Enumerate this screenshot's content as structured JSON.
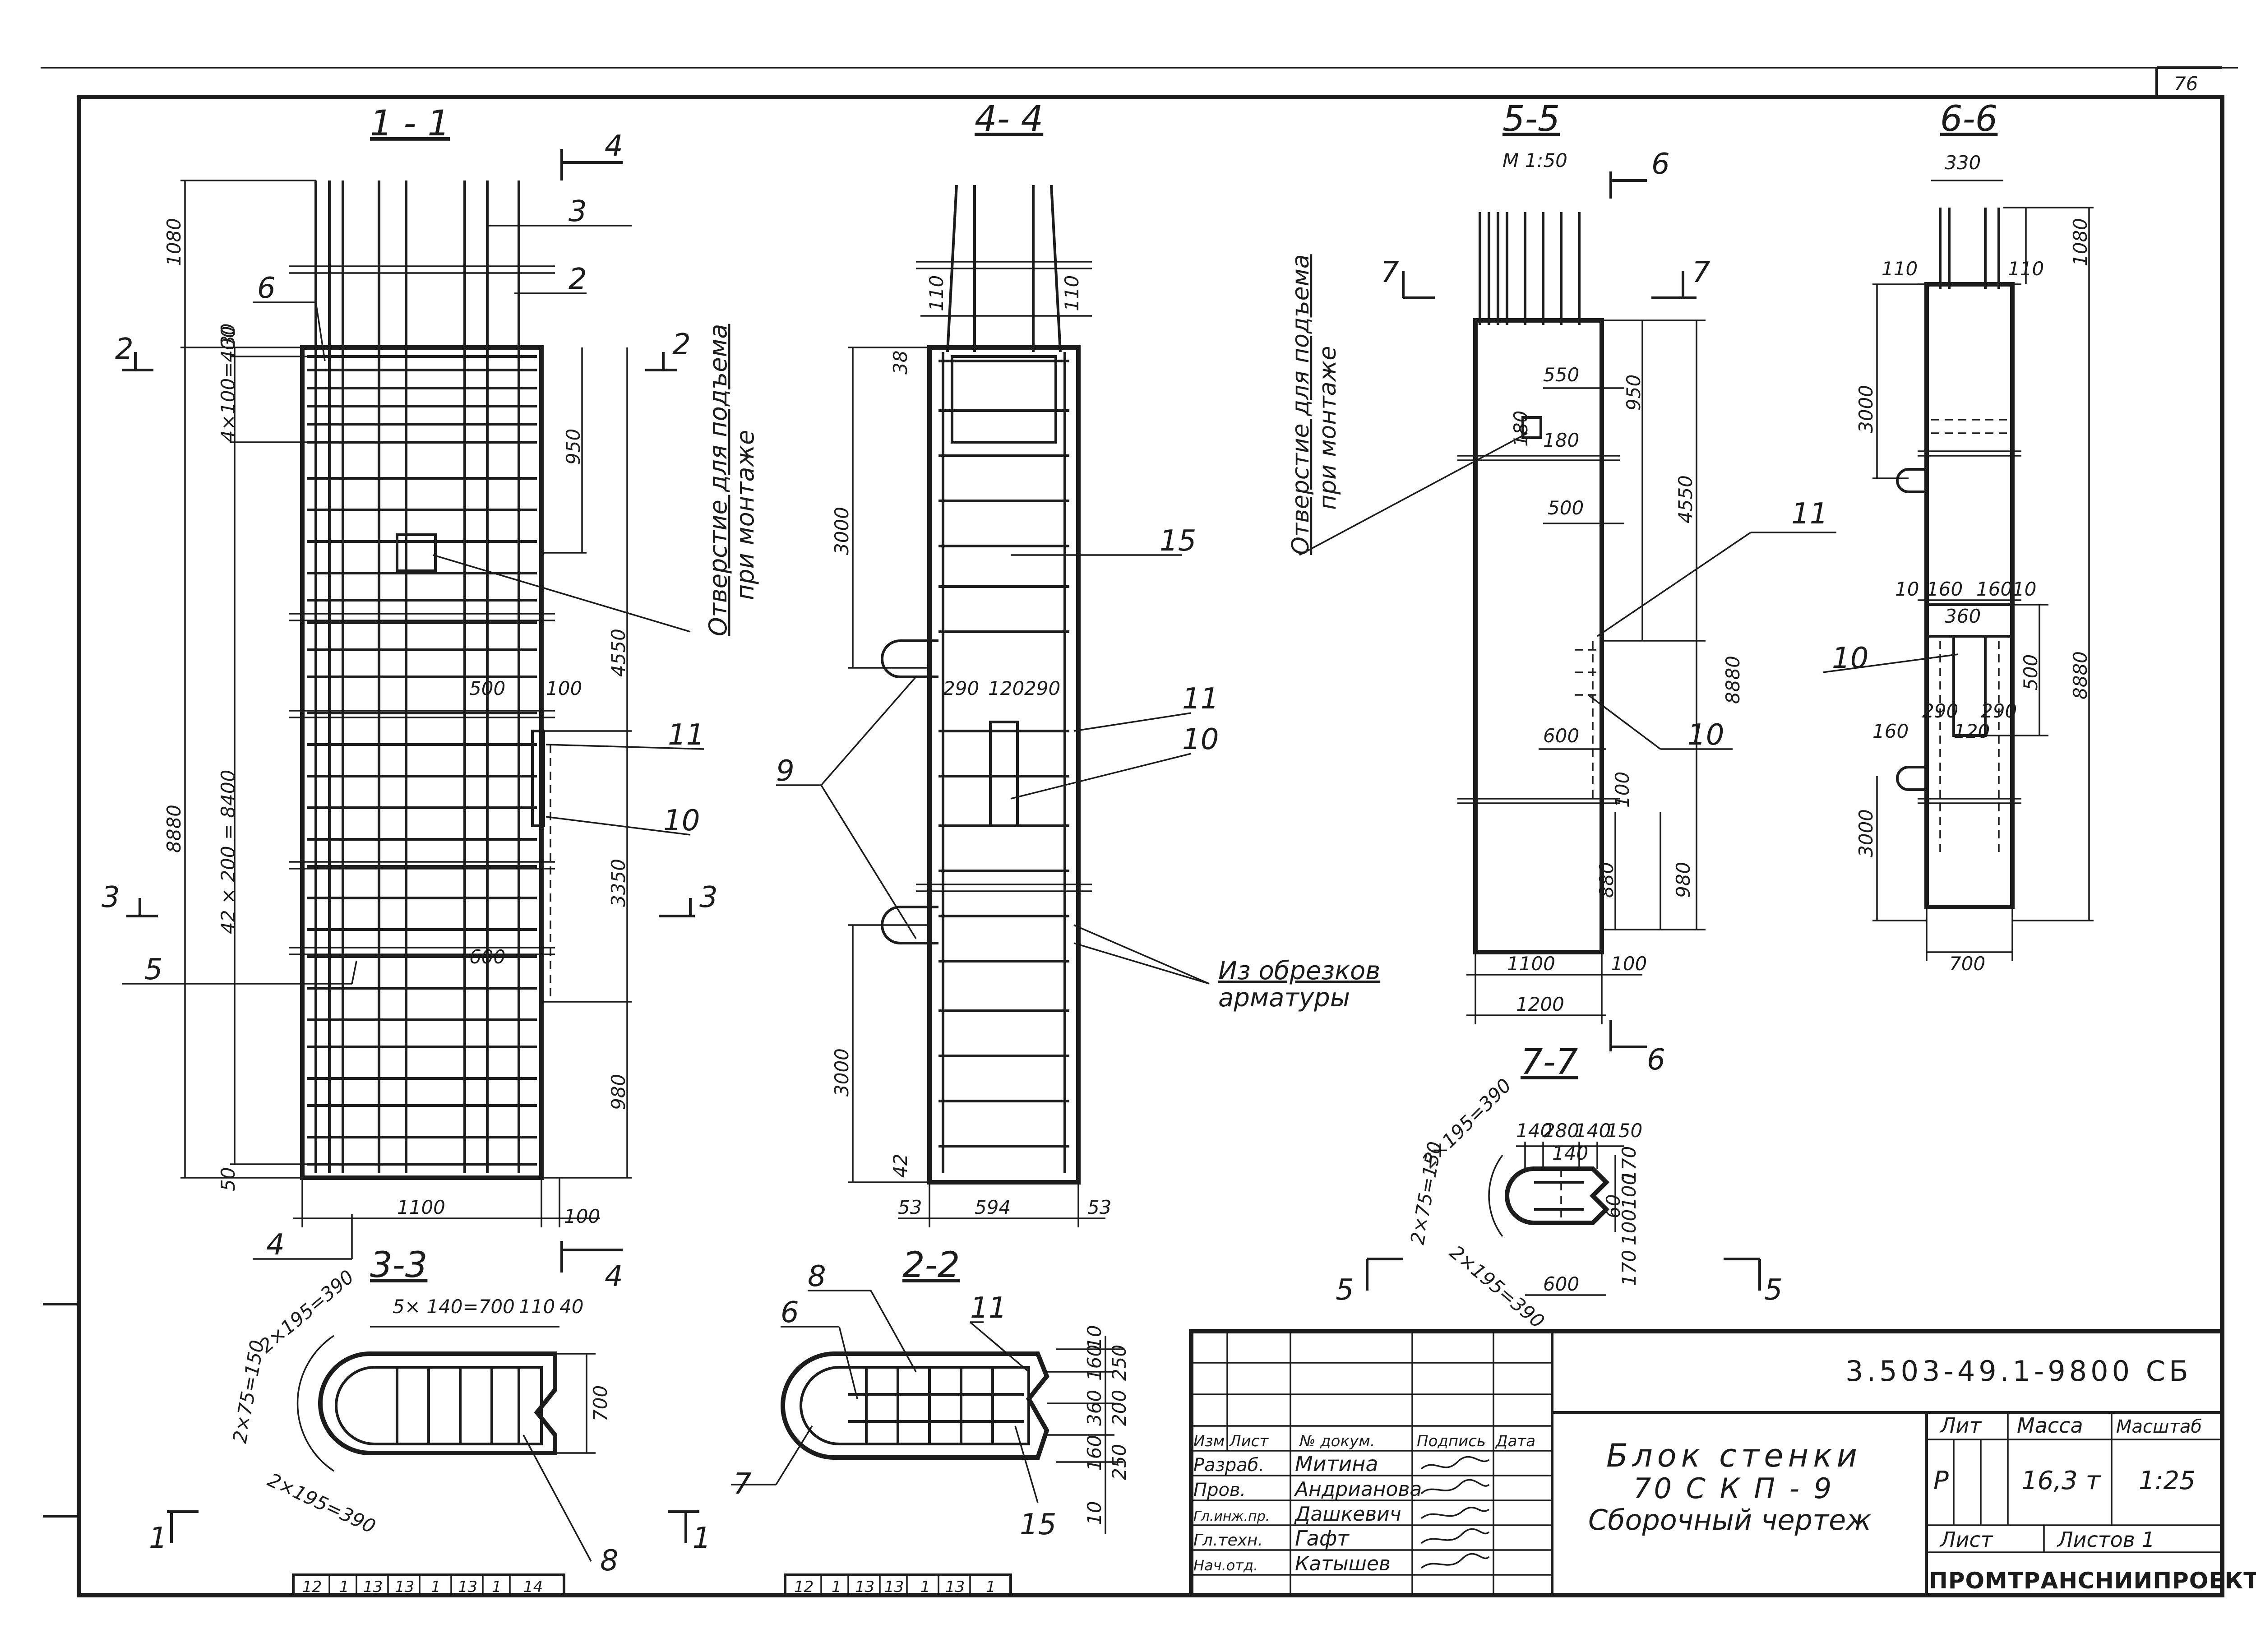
{
  "sheet": {
    "number": "76"
  },
  "sections": {
    "s11": "1 - 1",
    "s44": "4- 4",
    "s55": "5-5",
    "s55_scale": "M 1:50",
    "s66": "6-6",
    "s77": "7-7",
    "s33": "3-3",
    "s22": "2-2"
  },
  "cuts": {
    "c2": "2",
    "c3": "3",
    "c4": "4",
    "c5": "5",
    "c6": "6",
    "c7": "7",
    "c1": "1"
  },
  "notes": {
    "lift_hole_line1": "Отверстие для подъема",
    "lift_hole_line2": "при монтаже",
    "scrap_line1": "Из обрезков",
    "scrap_line2": "арматуры"
  },
  "dims_11": {
    "d1080": "1080",
    "d30": "30",
    "d4x100": "4×100=400",
    "d950": "950",
    "d4550": "4550",
    "d8880": "8880",
    "d42x200": "42 × 200 = 8400",
    "d3350": "3350",
    "d980": "980",
    "d50": "50",
    "d1100": "1100",
    "d100": "100",
    "d500": "500",
    "d600": "600",
    "d100b": "100"
  },
  "dims_44": {
    "d110a": "110",
    "d110b": "110",
    "d38": "38",
    "d3000a": "3000",
    "d3000b": "3000",
    "d42": "42",
    "d53a": "53",
    "d594": "594",
    "d53b": "53",
    "d290a": "290",
    "d120": "120",
    "d290b": "290"
  },
  "dims_55": {
    "d550": "550",
    "d180a": "180",
    "d180b": "180",
    "d950": "950",
    "d500": "500",
    "d4550": "4550",
    "d8880": "8880",
    "d600": "600",
    "d100a": "100",
    "d880": "880",
    "d980": "980",
    "d1100": "1100",
    "d100b": "100",
    "d1200": "1200"
  },
  "dims_66": {
    "d330": "330",
    "d110a": "110",
    "d110b": "110",
    "d1080": "1080",
    "d3000a": "3000",
    "d10a": "10",
    "d160a": "160",
    "d160b": "160",
    "d10b": "10",
    "d360": "360",
    "d500": "500",
    "d8880": "8880",
    "d290a": "290",
    "d120": "120",
    "d290b": "290",
    "d160c": "160",
    "d3000b": "3000",
    "d700": "700"
  },
  "dims_77": {
    "d2x195a": "2×195=390",
    "d2x75": "2×75=150",
    "d2x195b": "2×195=390",
    "d140a": "140",
    "d280": "280",
    "d140b": "140",
    "d150": "150",
    "d140c": "140",
    "d170a": "170",
    "d100a": "100",
    "d60": "60",
    "d100b": "100",
    "d170b": "170",
    "d600": "600"
  },
  "dims_33": {
    "d2x195a": "2×195=390",
    "d2x75": "2×75=150",
    "d2x195b": "2×195=390",
    "d5x140": "5× 140=700",
    "d110": "110",
    "d40": "40",
    "d700": "700"
  },
  "dims_22": {
    "d10a": "10",
    "d160a": "160",
    "d250a": "250",
    "d360": "360",
    "d200": "200",
    "d160b": "160",
    "d250b": "250",
    "d10b": "10"
  },
  "positions": {
    "p1": "1",
    "p2": "2",
    "p3": "3",
    "p4": "4",
    "p5": "5",
    "p6": "6",
    "p7": "7",
    "p8": "8",
    "p9": "9",
    "p10": "10",
    "p11": "11",
    "p15": "15"
  },
  "strip33": [
    "12",
    "1",
    "13",
    "13",
    "1",
    "13",
    "1",
    "14"
  ],
  "strip22": [
    "12",
    "1",
    "13",
    "13",
    "1",
    "13",
    "1"
  ],
  "title_block": {
    "code": "3.503-49.1-9800 СБ",
    "title_line1": "Блок стенки",
    "title_line2": "70 С К П - 9",
    "title_line3": "Сборочный чертеж",
    "head": [
      "Изм",
      "Лист",
      "№ докум.",
      "Подпись",
      "Дата"
    ],
    "rows": [
      {
        "role": "Разраб.",
        "name": "Митина"
      },
      {
        "role": "Пров.",
        "name": "Андрианова"
      },
      {
        "role": "Гл.инж.пр.",
        "name": "Дашкевич"
      },
      {
        "role": "Гл.техн.",
        "name": "Гафт"
      },
      {
        "role": "Нач.отд.",
        "name": "Катышев"
      }
    ],
    "lit_label": "Лит",
    "mass_label": "Масса",
    "scale_label": "Масштаб",
    "lit_value": "Р",
    "mass_value": "16,3 т",
    "scale_value": "1:25",
    "sheet_label": "Лист",
    "sheets_label": "Листов 1",
    "org": "ПРОМТРАНСНИИПРОЕКТ"
  }
}
